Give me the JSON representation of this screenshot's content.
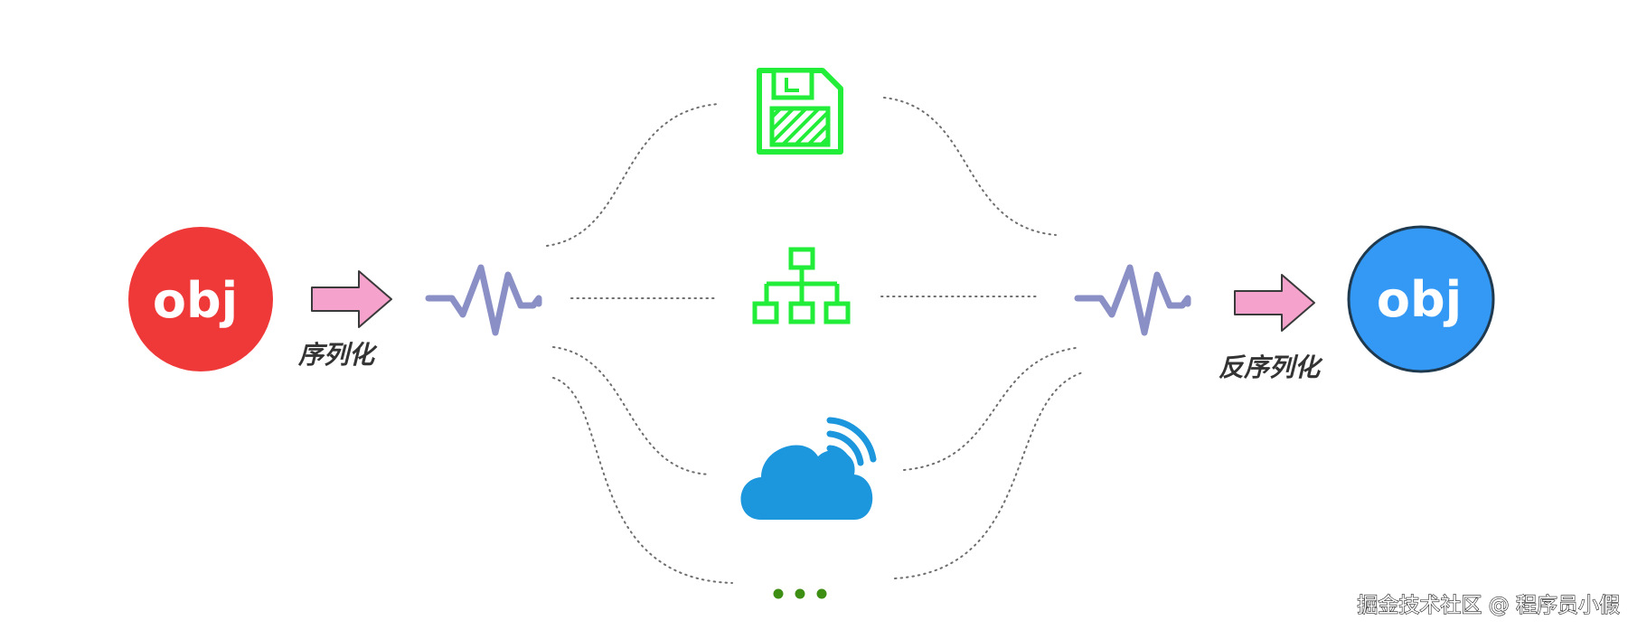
{
  "source_object": {
    "label": "obj",
    "color": "#ef3838"
  },
  "serialize": {
    "label": "序列化"
  },
  "targets": [
    {
      "name": "save-disk-icon",
      "color": "#22ee3a"
    },
    {
      "name": "network-tree-icon",
      "color": "#22ee3a"
    },
    {
      "name": "cloud-wireless-icon",
      "color": "#1c96dc"
    },
    {
      "name": "more-dots-icon",
      "color": "#3d8f14"
    }
  ],
  "deserialize": {
    "label": "反序列化"
  },
  "target_object": {
    "label": "obj",
    "color": "#3499f5"
  },
  "wave_color": "#8a8fc5",
  "arrow_color": "#f5a3cc",
  "watermark": "掘金技术社区 @ 程序员小假"
}
